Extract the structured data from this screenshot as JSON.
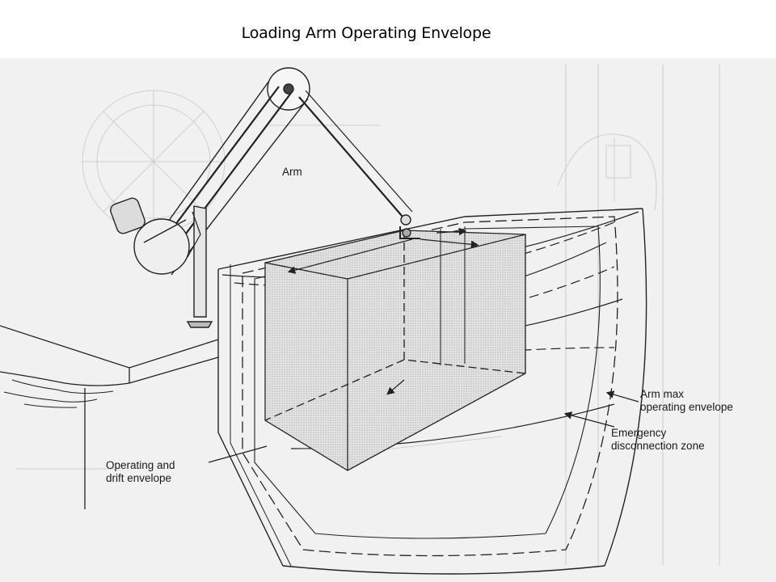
{
  "title": "Loading Arm Operating Envelope",
  "labels": {
    "arm": "Arm",
    "arm_max_line1": "Arm max",
    "arm_max_line2": "operating envelope",
    "emergency_line1": "Emergency",
    "emergency_line2": "disconnection zone",
    "operating_line1": "Operating and",
    "operating_line2": "drift envelope"
  },
  "colors": {
    "ink": "#222222",
    "scan_background": "#f1f1f1",
    "shading": "#c9c9c9"
  }
}
